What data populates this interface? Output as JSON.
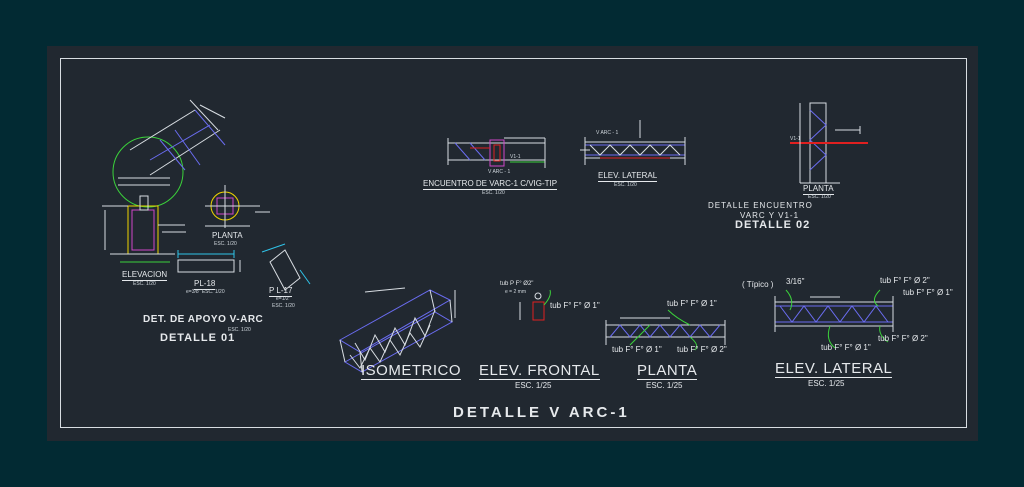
{
  "labels": {
    "det_apoyo": "DET. DE APOYO V-ARC",
    "det_apoyo_scale": "ESC. 1/20",
    "detalle_01": "DETALLE 01",
    "elevacion": "ELEVACION",
    "elevacion_scale": "ESC. 1/20",
    "planta_01": "PLANTA",
    "planta_01_scale": "ESC. 1/20",
    "pl18": "PL-18",
    "pl18_note": "e=3/8\" ESC. 1/20",
    "pl17": "P L-17",
    "pl17_note": "e=1/2\"",
    "pl17_scale": "ESC. 1/20",
    "encuentro_varc": "ENCUENTRO DE VARC-1 C/VIG-TIP",
    "encuentro_varc_scale": "ESC. 1/20",
    "elev_lateral_small": "ELEV. LATERAL",
    "elev_lateral_small_scale": "ESC. 1/20",
    "planta_02": "PLANTA",
    "planta_02_scale": "ESC. 1/20",
    "detalle_encuentro": "DETALLE ENCUENTRO",
    "varc_v11": "VARC Y V1-1",
    "detalle_02": "DETALLE 02",
    "isometrico": "ISOMETRICO",
    "elev_frontal": "ELEV. FRONTAL",
    "elev_frontal_scale": "ESC. 1/25",
    "planta_main": "PLANTA",
    "planta_main_scale": "ESC. 1/25",
    "elev_lateral_main": "ELEV. LATERAL",
    "elev_lateral_main_scale": "ESC. 1/25",
    "main_title": "DETALLE V ARC-1"
  },
  "notes": {
    "tub_f_1": "tub F° F° Ø 1\"",
    "tub_f_2": "tub F° F° Ø 2\"",
    "tipico": "( Típico )",
    "dim_316": "3/16\"",
    "tub_pf": "tub P F° Ø2\"",
    "e2mm": "e = 2 mm",
    "varc1": "V ARC - 1",
    "v11": "V1-1"
  },
  "colors": {
    "background": "#022a33",
    "sheet": "#212830",
    "line": "#d8dde2",
    "magenta": "#d046c8",
    "green": "#3bd13b",
    "yellow": "#f0d400",
    "red": "#e02020",
    "blue": "#6a6cf0",
    "cyan": "#2fc3e8"
  }
}
